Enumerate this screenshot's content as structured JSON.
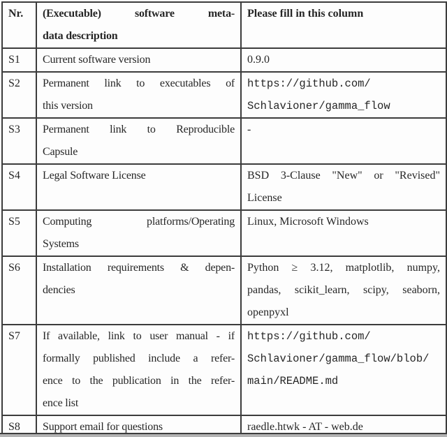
{
  "colors": {
    "page_bg": "#fdfdfd",
    "border": "#3c3c3c",
    "text": "#262626",
    "bottom_bar": "#b3b3b3"
  },
  "table": {
    "header": {
      "nr": "Nr.",
      "description_lines": [
        "(Executable) software meta-",
        "data description"
      ],
      "fill_lines": [
        "Please fill in this column"
      ]
    },
    "rows": [
      {
        "nr": "S1",
        "desc_lines": [
          "Current software version"
        ],
        "value_lines": [
          "0.9.0"
        ],
        "mono": false
      },
      {
        "nr": "S2",
        "desc_lines": [
          "Permanent link to executables of",
          "this version"
        ],
        "value_lines": [
          "https://github.com/",
          "Schlavioner/gamma_flow"
        ],
        "mono": true
      },
      {
        "nr": "S3",
        "desc_lines": [
          "Permanent link to Reproducible",
          "Capsule"
        ],
        "value_lines": [
          "-"
        ],
        "mono": false
      },
      {
        "nr": "S4",
        "desc_lines": [
          "Legal Software License"
        ],
        "value_lines": [
          "BSD 3-Clause \"New\" or \"Revised\"",
          "License"
        ],
        "mono": false
      },
      {
        "nr": "S5",
        "desc_lines": [
          "Computing platforms/Operating",
          "Systems"
        ],
        "value_lines": [
          "Linux, Microsoft Windows"
        ],
        "mono": false
      },
      {
        "nr": "S6",
        "desc_lines": [
          "Installation requirements & depen-",
          "dencies"
        ],
        "value_lines": [
          "Python ≥ 3.12, matplotlib, numpy,",
          "pandas, scikit_learn, scipy, seaborn,",
          "openpyxl"
        ],
        "mono": false
      },
      {
        "nr": "S7",
        "desc_lines": [
          "If available, link to user manual - if",
          "formally published include a refer-",
          "ence to the publication in the refer-",
          "ence list"
        ],
        "value_lines": [
          "https://github.com/",
          "Schlavioner/gamma_flow/blob/",
          "main/README.md"
        ],
        "mono": true
      },
      {
        "nr": "S8",
        "desc_lines": [
          "Support email for questions"
        ],
        "value_lines": [
          "raedle.htwk - AT - web.de"
        ],
        "mono": false
      }
    ]
  }
}
